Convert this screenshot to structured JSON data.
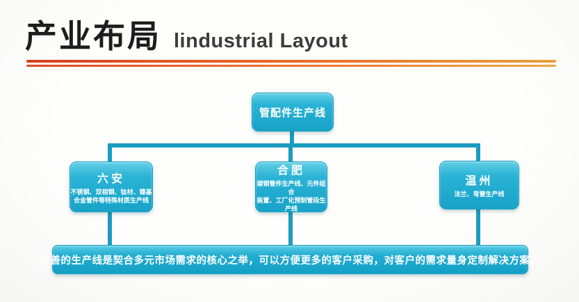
{
  "header": {
    "title_zh": "产业布局",
    "title_en": "lindustrial Layout"
  },
  "colors": {
    "box_cyan": "#2ab3d6",
    "connector_teal": "#1b9cbe",
    "divider_orange": "#e2521f",
    "title_black": "#1d1d1d"
  },
  "diagram": {
    "root": {
      "label": "管配件生产线"
    },
    "children": [
      {
        "name": "六安",
        "desc1": "不锈钢、双相钢、钛材、镍基",
        "desc2": "合金管件等特殊材质生产线"
      },
      {
        "name": "合肥",
        "desc1": "碳钢管件生产线、元件组合",
        "desc2": "装置、工厂化预制管段生产线"
      },
      {
        "name": "温州",
        "desc1": "法兰、弯管生产线",
        "desc2": ""
      }
    ],
    "summary": "完善的生产线是契合多元市场需求的核心之举，可以方便更多的客户采购，对客户的需求量身定制解决方案。"
  }
}
